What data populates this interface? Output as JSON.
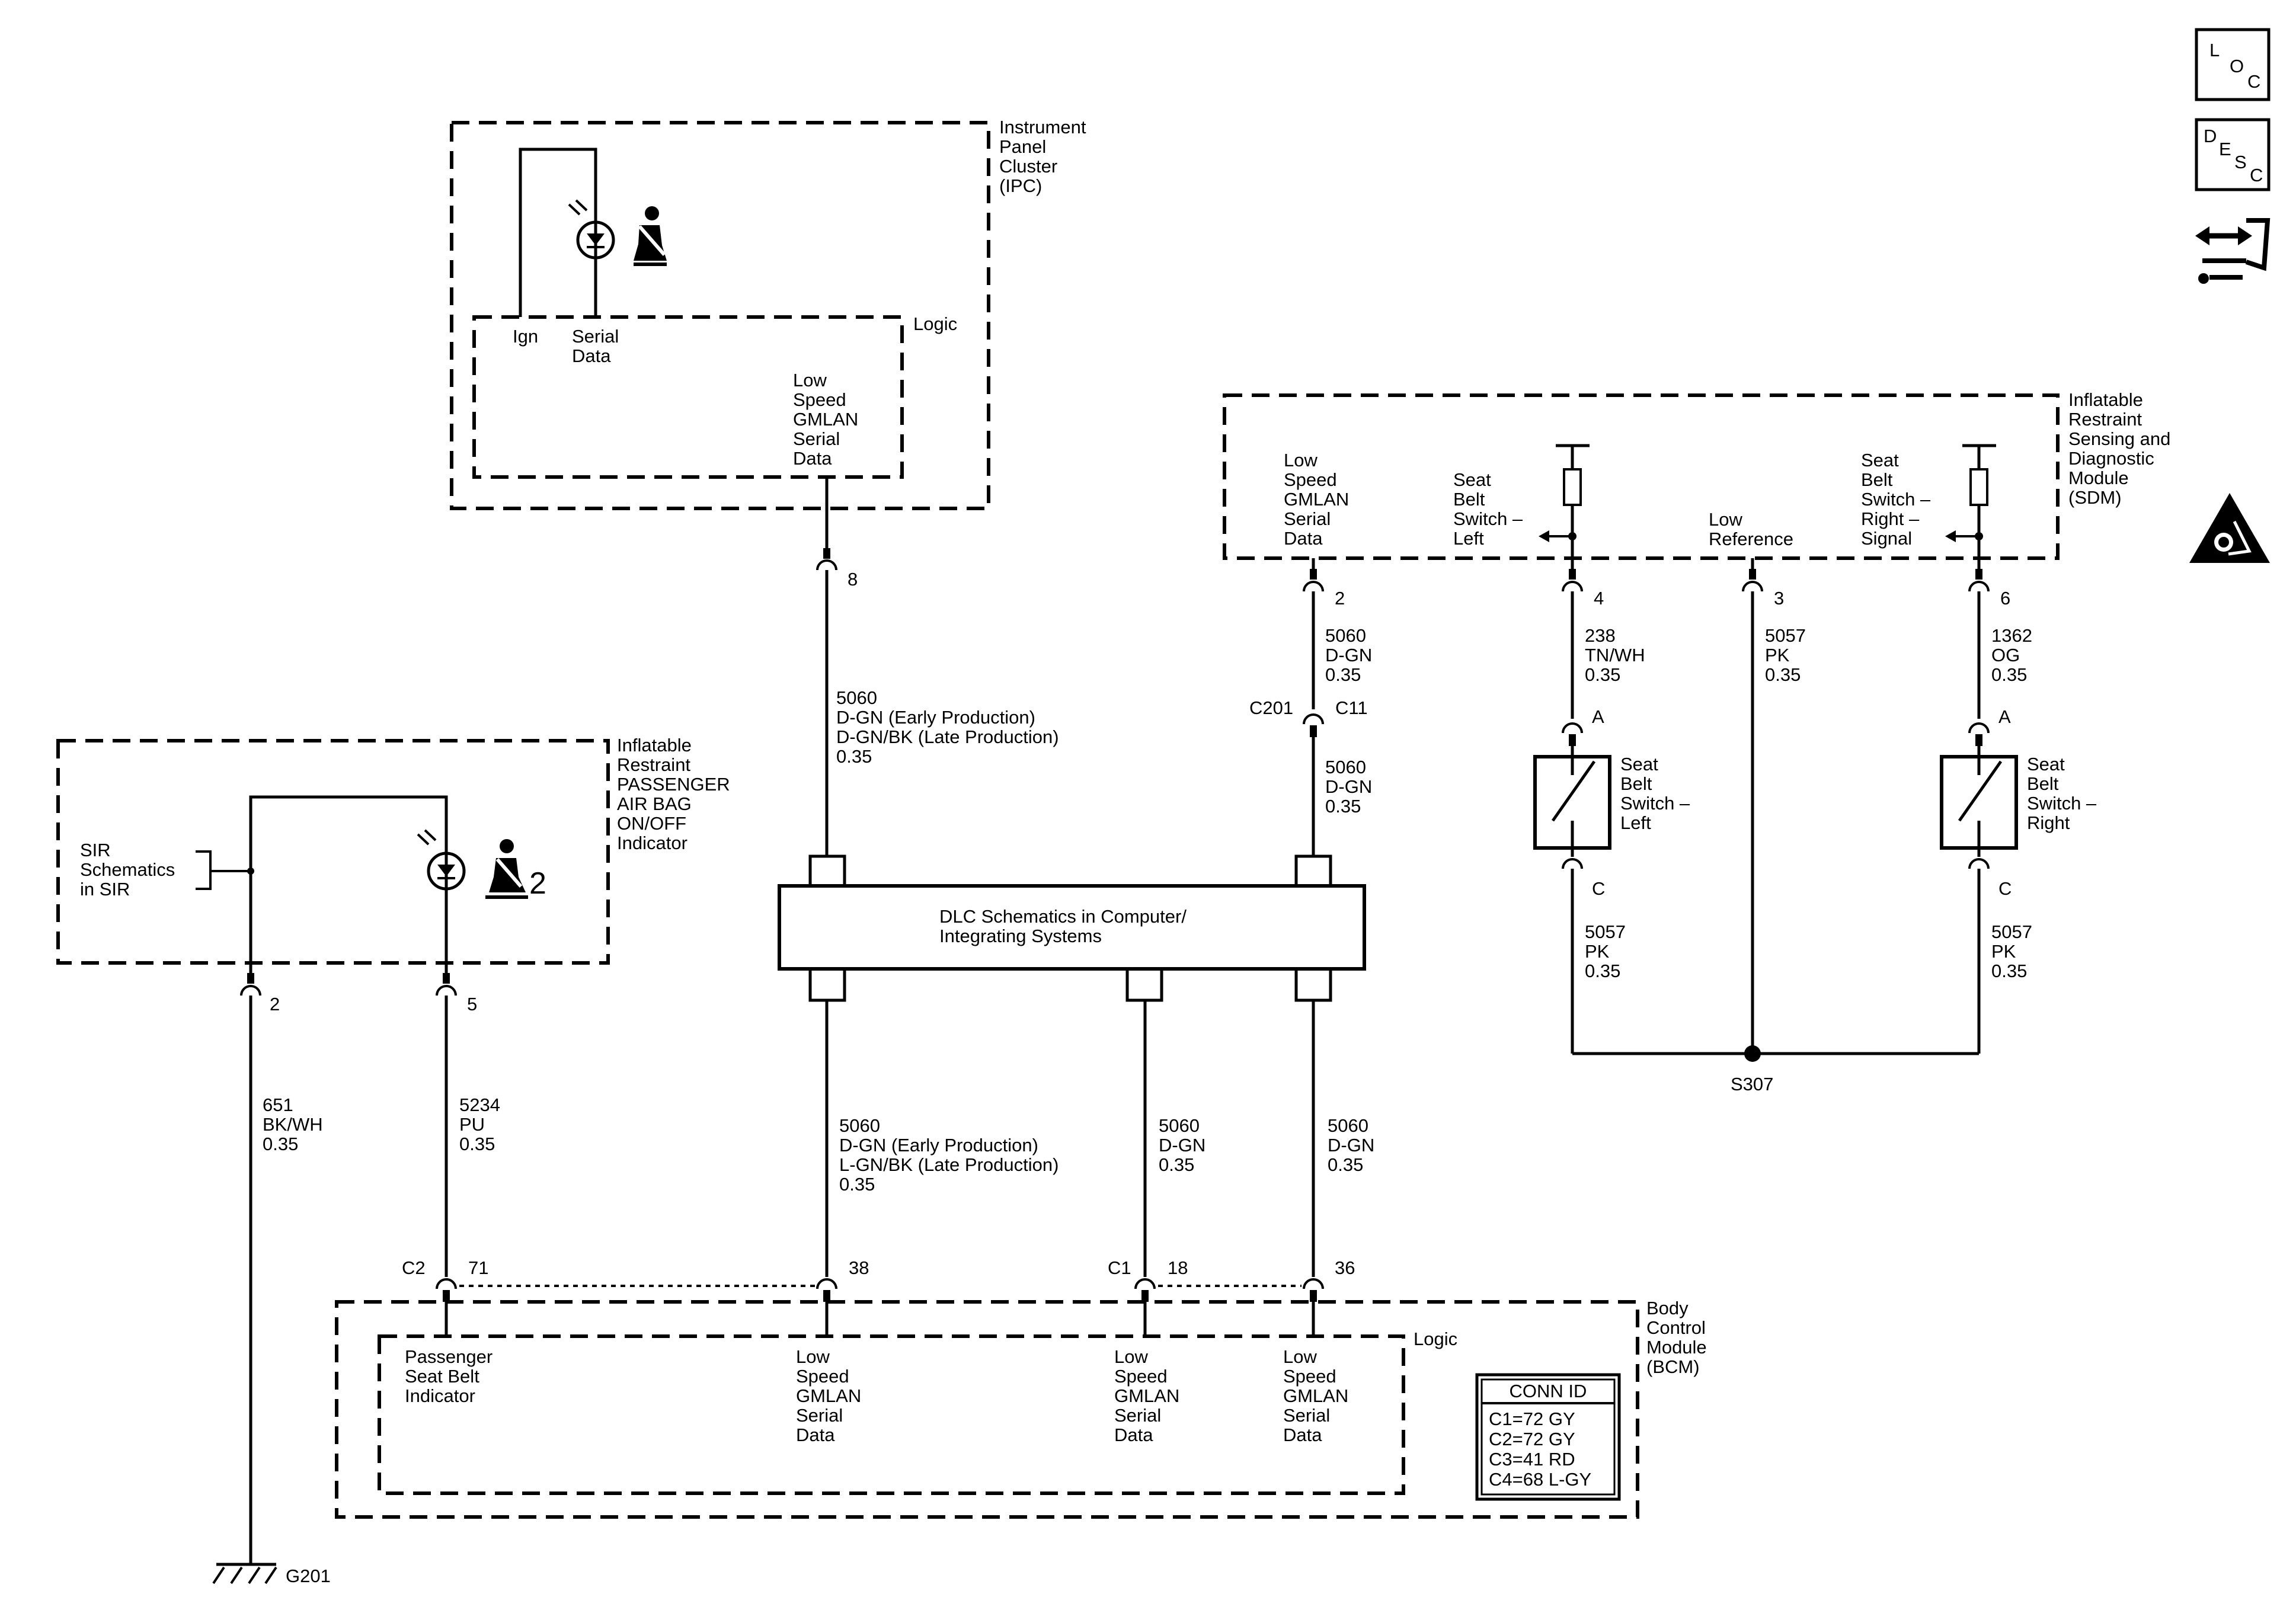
{
  "icons": [
    "loc-icon",
    "desc-icon",
    "connector-views-icon",
    "srs-airbag-caution-icon",
    "seatbelt-icon",
    "passenger-airbag-icon",
    "ground-icon"
  ],
  "ipc": {
    "name": [
      "Instrument",
      "Panel",
      "Cluster",
      "(IPC)"
    ],
    "logic": "Logic",
    "ign": "Ign",
    "serial": [
      "Serial",
      "Data"
    ],
    "gmlan": [
      "Low",
      "Speed",
      "GMLAN",
      "Serial",
      "Data"
    ],
    "pin": "8"
  },
  "pass": {
    "name": [
      "Inflatable",
      "Restraint",
      "PASSENGER",
      "AIR BAG",
      "ON/OFF",
      "Indicator"
    ],
    "sir": [
      "SIR",
      "Schematics",
      "in SIR"
    ],
    "num": "2",
    "pin_a": "2",
    "pin_b": "5"
  },
  "sdm": {
    "name": [
      "Inflatable",
      "Restraint",
      "Sensing and",
      "Diagnostic",
      "Module",
      "(SDM)"
    ],
    "gmlan": [
      "Low",
      "Speed",
      "GMLAN",
      "Serial",
      "Data"
    ],
    "sbl": [
      "Seat",
      "Belt",
      "Switch –",
      "Left"
    ],
    "lowref": [
      "Low",
      "Reference"
    ],
    "sbr": [
      "Seat",
      "Belt",
      "Switch –",
      "Right –",
      "Signal"
    ],
    "pins": [
      "2",
      "4",
      "3",
      "6"
    ]
  },
  "wires": {
    "w1": [
      "5060",
      "D-GN (Early Production)",
      "D-GN/BK (Late Production)",
      "0.35"
    ],
    "w2": [
      "5060",
      "D-GN",
      "0.35"
    ],
    "w3": [
      "5060",
      "D-GN",
      "0.35"
    ],
    "w4": [
      "238",
      "TN/WH",
      "0.35"
    ],
    "w5": [
      "5057",
      "PK",
      "0.35"
    ],
    "w6": [
      "1362",
      "OG",
      "0.35"
    ],
    "w7": [
      "5057",
      "PK",
      "0.35"
    ],
    "w8": [
      "5057",
      "PK",
      "0.35"
    ],
    "w9": [
      "651",
      "BK/WH",
      "0.35"
    ],
    "w10": [
      "5234",
      "PU",
      "0.35"
    ],
    "w11": [
      "5060",
      "D-GN (Early Production)",
      "L-GN/BK (Late Production)",
      "0.35"
    ],
    "w12": [
      "5060",
      "D-GN",
      "0.35"
    ],
    "w13": [
      "5060",
      "D-GN",
      "0.35"
    ]
  },
  "c201": "C201",
  "c11": "C11",
  "sw_left": {
    "label": [
      "Seat",
      "Belt",
      "Switch –",
      "Left"
    ],
    "a": "A",
    "c": "C"
  },
  "sw_right": {
    "label": [
      "Seat",
      "Belt",
      "Switch –",
      "Right"
    ],
    "a": "A",
    "c": "C"
  },
  "splice": "S307",
  "dlc": [
    "DLC Schematics in Computer/",
    "Integrating Systems"
  ],
  "bcm": {
    "name": [
      "Body",
      "Control",
      "Module",
      "(BCM)"
    ],
    "logic": "Logic",
    "c2": "C2",
    "c1": "C1",
    "pins": [
      "71",
      "38",
      "18",
      "36"
    ],
    "psb": [
      "Passenger",
      "Seat Belt",
      "Indicator"
    ],
    "gmlan1": [
      "Low",
      "Speed",
      "GMLAN",
      "Serial",
      "Data"
    ],
    "gmlan2": [
      "Low",
      "Speed",
      "GMLAN",
      "Serial",
      "Data"
    ],
    "gmlan3": [
      "Low",
      "Speed",
      "GMLAN",
      "Serial",
      "Data"
    ],
    "conn_title": "CONN ID",
    "conn": [
      "C1=72 GY",
      "C2=72 GY",
      "C3=41 RD",
      "C4=68 L-GY"
    ]
  },
  "ground": "G201",
  "loc": {
    "l": "L",
    "o": "O",
    "c": "C"
  },
  "desc": {
    "d": "D",
    "e": "E",
    "s": "S",
    "c": "C"
  }
}
